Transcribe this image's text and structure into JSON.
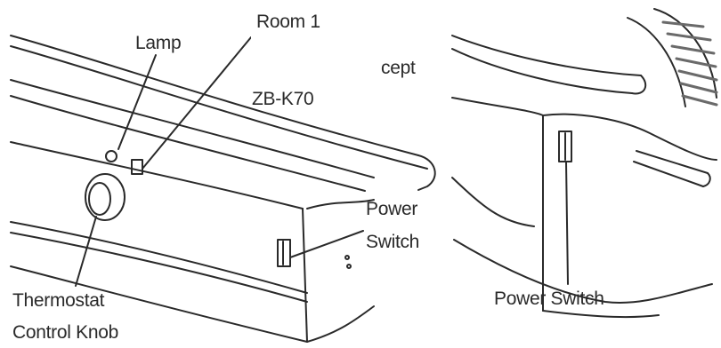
{
  "labels": {
    "lamp": "Lamp",
    "room": "Room 1",
    "receptacle": "cept",
    "model": "ZB-K70",
    "power_left_1": "Power",
    "power_left_2": "Switch",
    "thermostat_1": "Thermostat",
    "thermostat_2": "Control Knob",
    "power_right": "Power Switch"
  },
  "colors": {
    "ink": "#2a2a2a",
    "hatch": "#6a6a6a",
    "background": "#ffffff"
  }
}
